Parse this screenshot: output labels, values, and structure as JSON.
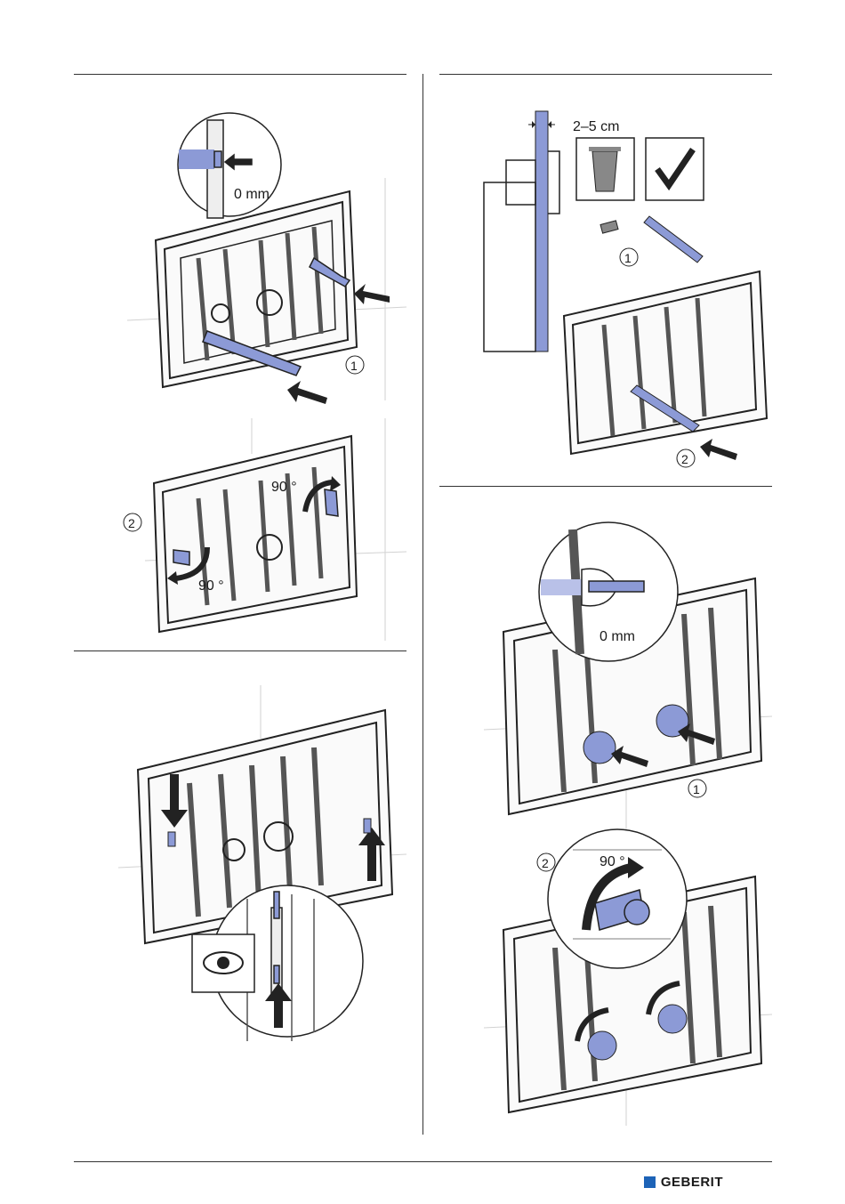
{
  "panels": {
    "step1": {
      "gap_label": "0 mm",
      "step_a": "1",
      "step_b": "2",
      "angle_a": "90 °",
      "angle_b": "90 °"
    },
    "step2": {},
    "step3": {
      "range_label": "2–5 cm",
      "step_a": "1",
      "step_b": "2"
    },
    "step4": {
      "gap_label": "0 mm",
      "step_a": "1",
      "step_b": "2",
      "angle": "90 °"
    }
  },
  "footer": {
    "brand": "GEBERIT"
  },
  "colors": {
    "accent_blue": "#8c9ad6",
    "brand_blue": "#1d63b7"
  }
}
